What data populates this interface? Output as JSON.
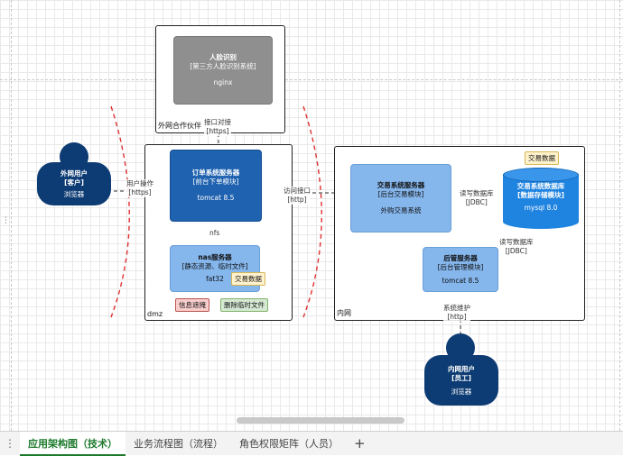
{
  "diagram": {
    "boundaries": {
      "partner": "外网合作伙伴",
      "dmz": "dmz",
      "intranet": "内网"
    },
    "face_recognition": {
      "title": "人脸识别",
      "subtitle": "[第三方人脸识别系统]",
      "tech": "nginx"
    },
    "external_user": {
      "title": "外网用户",
      "role": "[客户]",
      "client": "浏览器"
    },
    "internal_user": {
      "title": "内网用户",
      "role": "[员工]",
      "client": "浏览器"
    },
    "order_server": {
      "title": "订单系统服务器",
      "subtitle": "[前台下单模块]",
      "tech": "tomcat 8.5"
    },
    "nas_server": {
      "title": "nas服务器",
      "subtitle": "[静态资源、临时文件]",
      "tech": "fat32"
    },
    "trade_server": {
      "title": "交易系统服务器",
      "subtitle": "[后台交易模块]",
      "tech": "外购交易系统"
    },
    "trade_db": {
      "title": "交易系统数据库",
      "subtitle": "[数据存储模块]",
      "tech": "mysql 8.0"
    },
    "admin_server": {
      "title": "后管服务器",
      "subtitle": "[后台管理模块]",
      "tech": "tomcat 8.5"
    },
    "tags": {
      "trade_data_nas": "交易数据",
      "trade_data_db": "交易数据",
      "info_masking": "信息遮掩",
      "delete_temp_files": "删除临时文件"
    },
    "edges": {
      "user_op": {
        "label": "用户操作",
        "proto": "[https]"
      },
      "api_call_face": {
        "label": "接口对接",
        "proto": "[https]"
      },
      "nfs": {
        "label": "nfs"
      },
      "access_api": {
        "label": "访问接口",
        "proto": "[http]"
      },
      "rw_db_trade": {
        "label": "读写数据库",
        "proto": "[JDBC]"
      },
      "rw_db_admin": {
        "label": "读写数据库",
        "proto": "[JDBC]"
      },
      "sys_maint": {
        "label": "系统维护",
        "proto": "[http]"
      }
    }
  },
  "tabs": {
    "active": "应用架构图（技术）",
    "business": "业务流程图（流程）",
    "roles": "角色权限矩阵（人员）"
  },
  "colors": {
    "dark_box": "#1f62b0",
    "light_box": "#85b6ec",
    "gray_box": "#8f8f8f",
    "person": "#0d3b73",
    "database": "#1f83e0",
    "boundary_curve": "#e03030",
    "active_tab": "#1d7a2c"
  }
}
